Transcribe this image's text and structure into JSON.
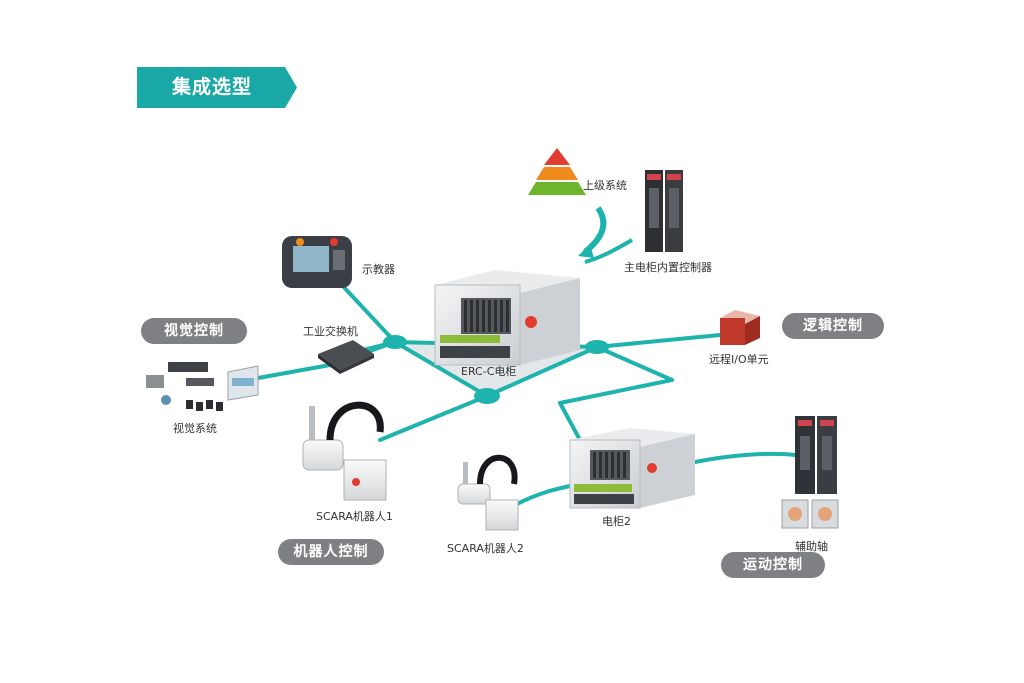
{
  "header": {
    "title": "集成选型"
  },
  "categories": {
    "vision": "视觉控制",
    "logic": "逻辑控制",
    "robot": "机器人控制",
    "motion": "运动控制"
  },
  "devices": {
    "upper_system": "上级系统",
    "main_controller": "主电柜内置控制器",
    "teach_pendant": "示教器",
    "switch": "工业交换机",
    "erc_cabinet": "ERC-C电柜",
    "remote_io": "远程I/O单元",
    "vision_system": "视觉系统",
    "scara1": "SCARA机器人1",
    "scara2": "SCARA机器人2",
    "cabinet2": "电柜2",
    "aux_axis": "辅助轴"
  },
  "colors": {
    "accent": "#1aa8a6",
    "pill": "#7f8083",
    "line": "#1fb3ad"
  }
}
